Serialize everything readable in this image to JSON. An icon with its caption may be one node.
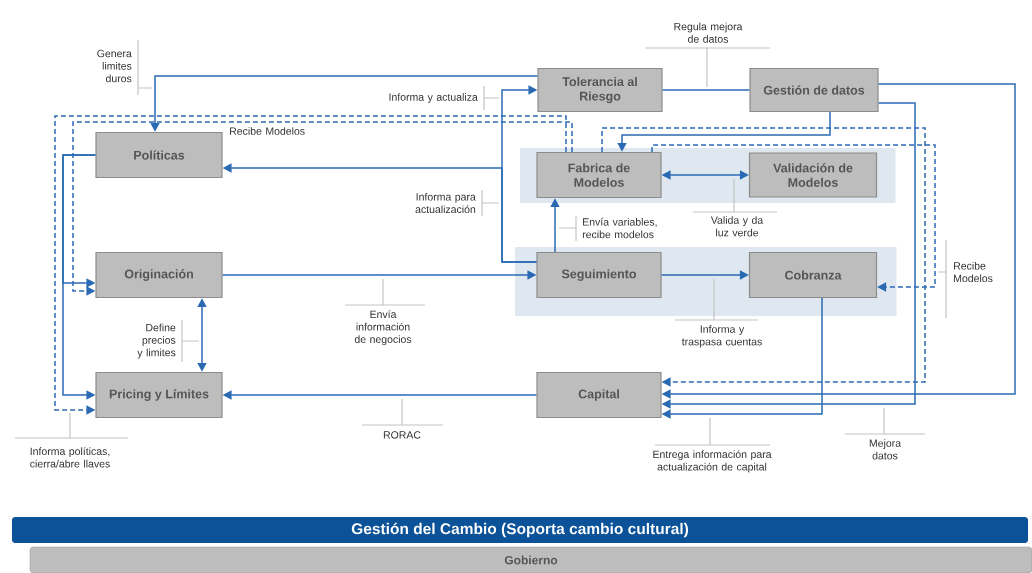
{
  "diagram": {
    "nodes": [
      {
        "text": [
          "Políticas"
        ]
      },
      {
        "text": [
          "Originación"
        ]
      },
      {
        "text": [
          "Pricing y Límites"
        ]
      },
      {
        "text": [
          "Tolerancia al Riesgo"
        ]
      },
      {
        "text": [
          "Gestión de datos"
        ]
      },
      {
        "text": [],
        "shape": "band"
      },
      {
        "text": [
          "Fabrica de Modelos"
        ],
        "in": 5
      },
      {
        "text": [
          "Validación de Modelos"
        ],
        "in": 5
      },
      {
        "text": [],
        "shape": "band"
      },
      {
        "text": [
          "Seguimiento"
        ],
        "in": 8
      },
      {
        "text": [
          "Cobranza"
        ],
        "in": 8
      },
      {
        "text": [
          "Capital"
        ]
      },
      {
        "text": [
          "Gestión del Cambio (Soporta cambio cultural)"
        ]
      },
      {
        "text": [
          "Gobierno"
        ]
      }
    ],
    "edges": [
      {
        "from": 3,
        "to": 0,
        "arrow": "to",
        "label": "Genera limites duros"
      },
      {
        "from": 9,
        "to": 3,
        "arrow": "to",
        "label": "Informa y actualiza"
      },
      {
        "from": 9,
        "to": 0,
        "arrow": "to",
        "label": "Informa para actualización"
      },
      {
        "from": 0,
        "to": 1,
        "arrow": "to"
      },
      {
        "from": 0,
        "to": 2,
        "arrow": "to"
      },
      {
        "from": 6,
        "to": 1,
        "arrow": "to",
        "style": "dashed",
        "label": "Recibe Modelos"
      },
      {
        "from": 6,
        "to": 2,
        "arrow": "to",
        "style": "dashed",
        "label": "Informa políticas, cierra/abre llaves"
      },
      {
        "from": 1,
        "to": 9,
        "arrow": "to",
        "label": "Envía información de negocios"
      },
      {
        "from": 2,
        "to": 1,
        "arrow": "both",
        "label": "Define precios y limites"
      },
      {
        "from": 11,
        "to": 2,
        "arrow": "to",
        "label": "RORAC"
      },
      {
        "from": 3,
        "to": 4,
        "arrow": "none",
        "label": "Regula mejora de datos"
      },
      {
        "from": 4,
        "to": 6,
        "arrow": "to"
      },
      {
        "from": 6,
        "to": 7,
        "arrow": "both",
        "label": "Valida y da luz verde"
      },
      {
        "from": 9,
        "to": 6,
        "arrow": "to",
        "label": "Envía variables, recibe modelos"
      },
      {
        "from": 9,
        "to": 10,
        "arrow": "to",
        "label": "Informa y traspasa cuentas"
      },
      {
        "from": 6,
        "to": 10,
        "arrow": "to",
        "style": "dashed",
        "label": "Recibe Modelos"
      },
      {
        "from": 6,
        "to": 11,
        "arrow": "to",
        "style": "dashed"
      },
      {
        "from": 10,
        "to": 11,
        "arrow": "to",
        "label": "Entrega información para actualización de capital"
      },
      {
        "from": 4,
        "to": 11,
        "arrow": "to"
      },
      {
        "from": 4,
        "to": 11,
        "arrow": "to",
        "label": "Mejora datos"
      }
    ]
  }
}
